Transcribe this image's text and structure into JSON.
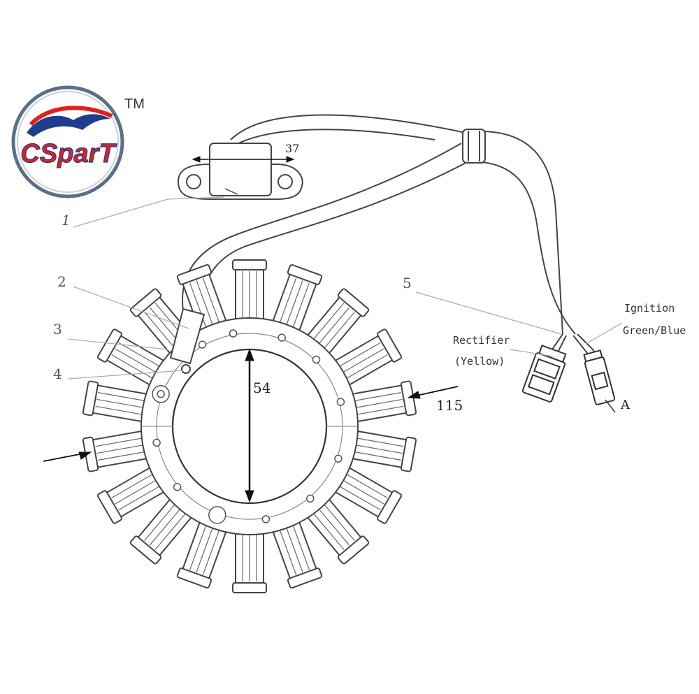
{
  "brand": {
    "logo_text": "CSparT",
    "trademark": "TM",
    "colors": {
      "red": "#e0201c",
      "blue": "#1f3c8f",
      "ring": "#5a6f8a"
    }
  },
  "labels": {
    "part_1": "1",
    "part_2": "2",
    "part_3": "3",
    "part_4": "4",
    "part_5": "5",
    "dim_bracket": "37",
    "dim_inner": "54",
    "dim_outer": "115",
    "rectifier": "Rectifier",
    "rectifier_color": "(Yellow)",
    "ignition": "Ignition",
    "ignition_color": "Green/Blue",
    "view_a": "A"
  },
  "stator": {
    "pole_count": 18
  }
}
